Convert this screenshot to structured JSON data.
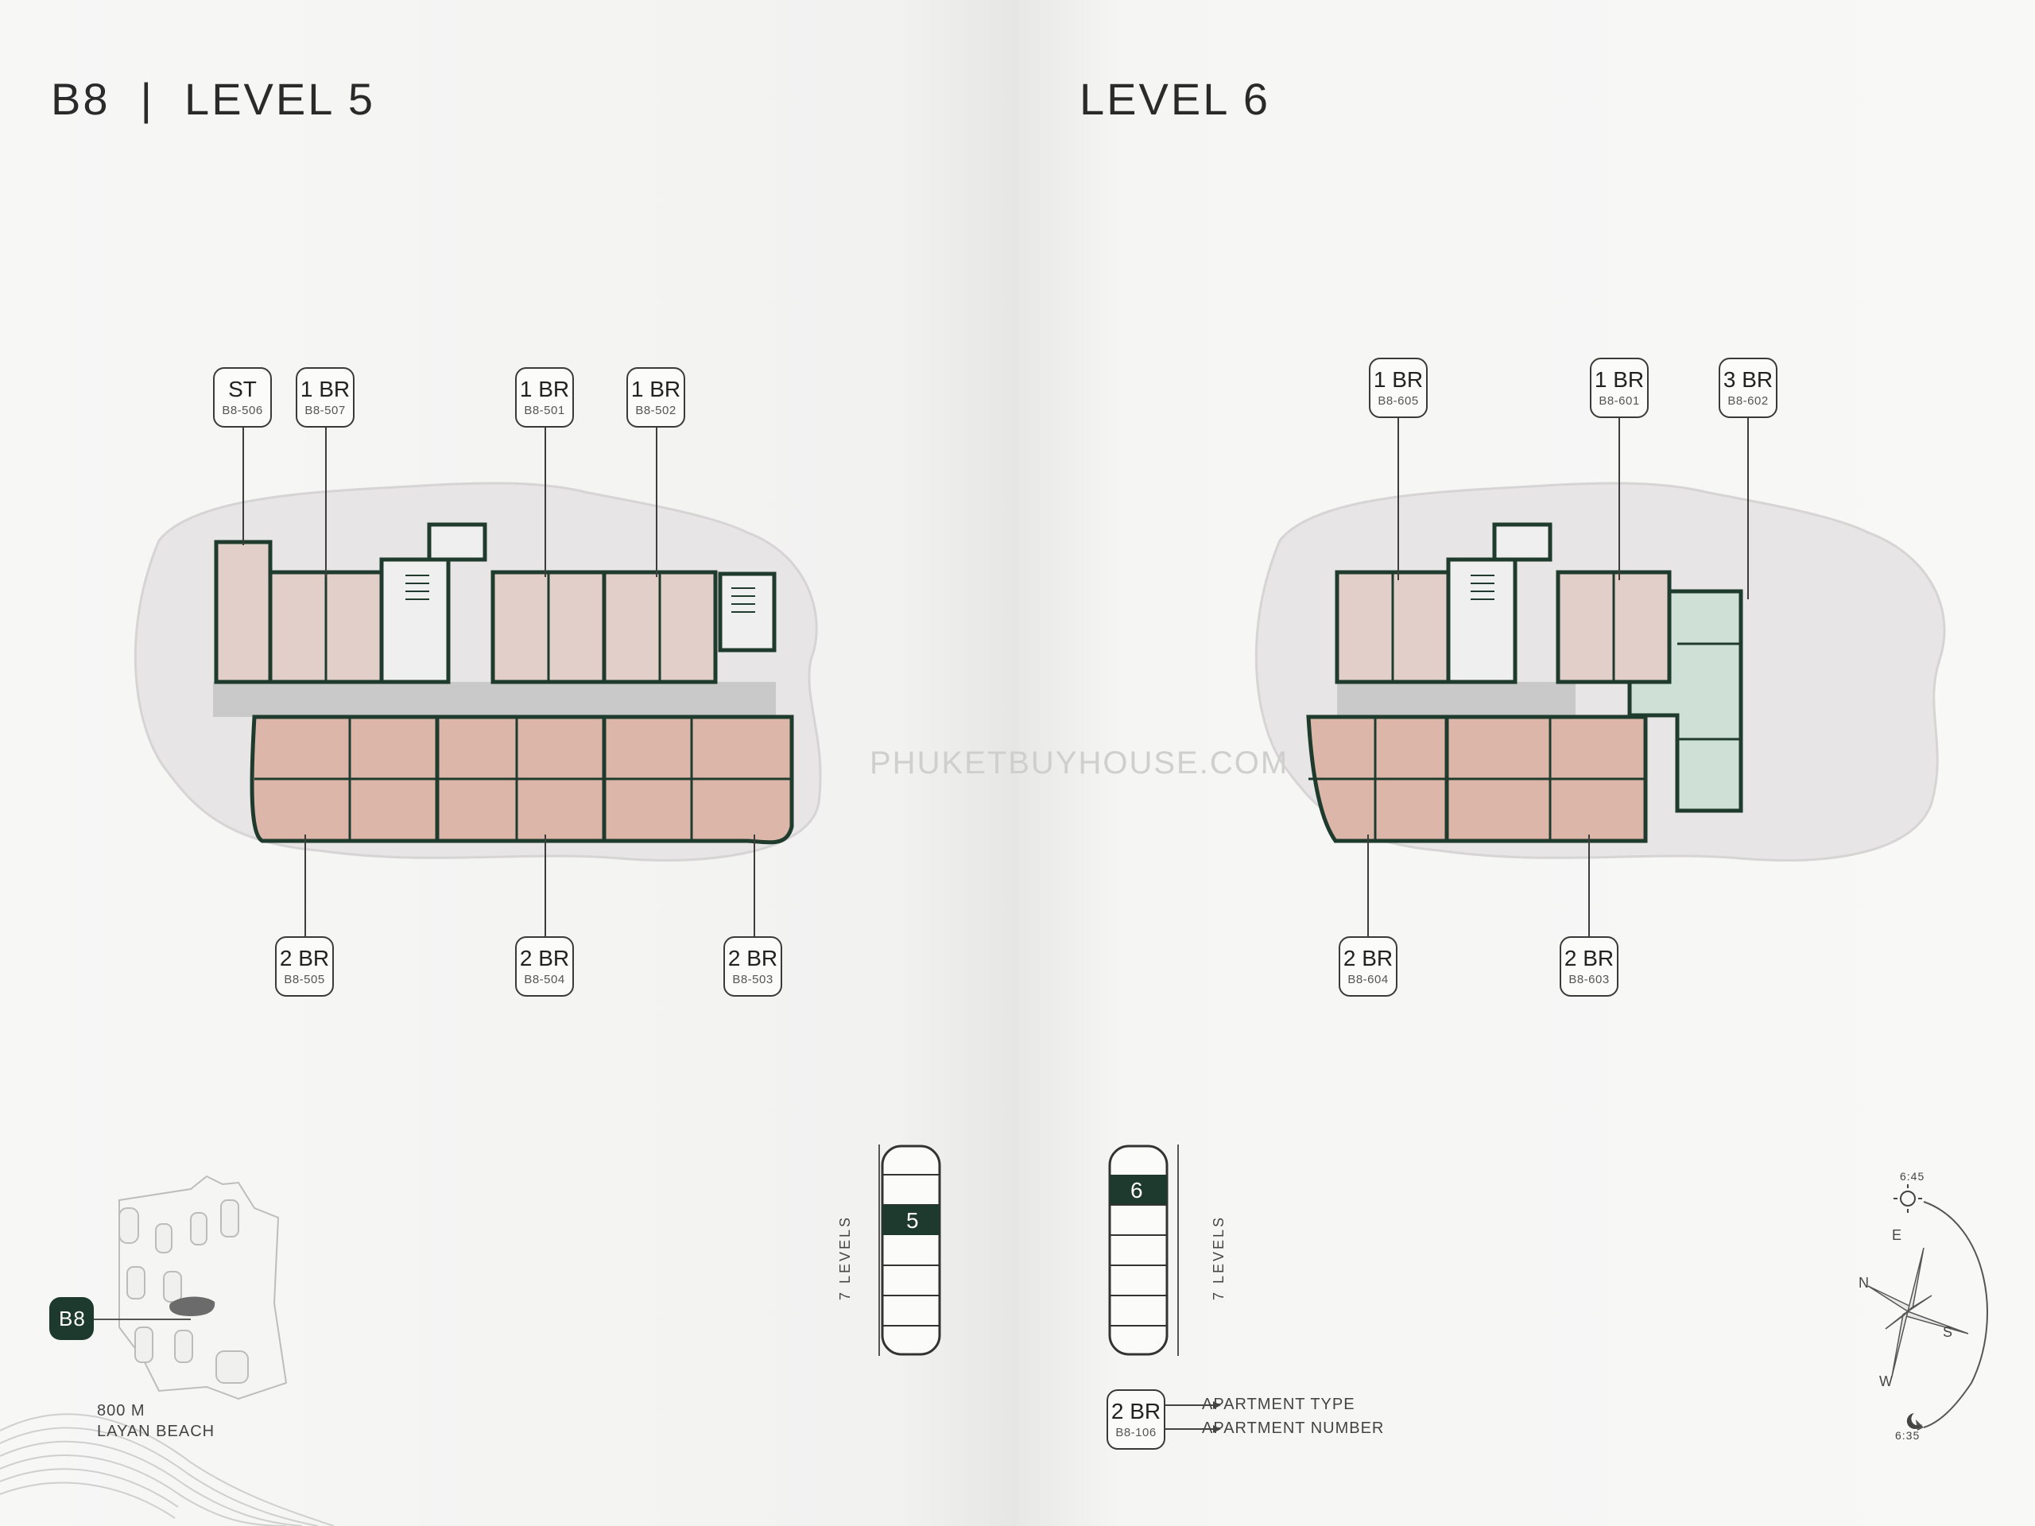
{
  "left": {
    "building": "B8",
    "separator": "|",
    "level_title": "LEVEL 5",
    "units_top": [
      {
        "type": "ST",
        "number": "B8-506"
      },
      {
        "type": "1 BR",
        "number": "B8-507"
      },
      {
        "type": "1 BR",
        "number": "B8-501"
      },
      {
        "type": "1 BR",
        "number": "B8-502"
      }
    ],
    "units_bottom": [
      {
        "type": "2 BR",
        "number": "B8-505"
      },
      {
        "type": "2 BR",
        "number": "B8-504"
      },
      {
        "type": "2 BR",
        "number": "B8-503"
      }
    ],
    "stack": {
      "current_level": "5",
      "label": "7 LEVELS"
    },
    "site_map": {
      "badge": "B8",
      "distance": "800 M",
      "beach": "LAYAN BEACH"
    }
  },
  "right": {
    "level_title": "LEVEL 6",
    "units_top": [
      {
        "type": "1 BR",
        "number": "B8-605"
      },
      {
        "type": "1 BR",
        "number": "B8-601"
      },
      {
        "type": "3 BR",
        "number": "B8-602"
      }
    ],
    "units_bottom": [
      {
        "type": "2 BR",
        "number": "B8-604"
      },
      {
        "type": "2 BR",
        "number": "B8-603"
      }
    ],
    "stack": {
      "current_level": "6",
      "label": "7 LEVELS"
    },
    "legend": {
      "type": "2 BR",
      "number": "B8-106",
      "type_label": "APARTMENT TYPE",
      "number_label": "APARTMENT NUMBER"
    },
    "compass": {
      "n": "N",
      "e": "E",
      "s": "S",
      "w": "W",
      "sunrise": "6:45",
      "sunset": "6:35"
    }
  },
  "watermark": "PHUKETBUYHOUSE.COM",
  "colors": {
    "wall": "#1f3b2e",
    "unit_pink": "#e3cfc9",
    "unit_salmon": "#dcb7a9",
    "unit_green": "#cfe0d6",
    "corridor": "#c9c9c9",
    "podium": "#e7e5e6",
    "badge": "#1e3a2e"
  }
}
